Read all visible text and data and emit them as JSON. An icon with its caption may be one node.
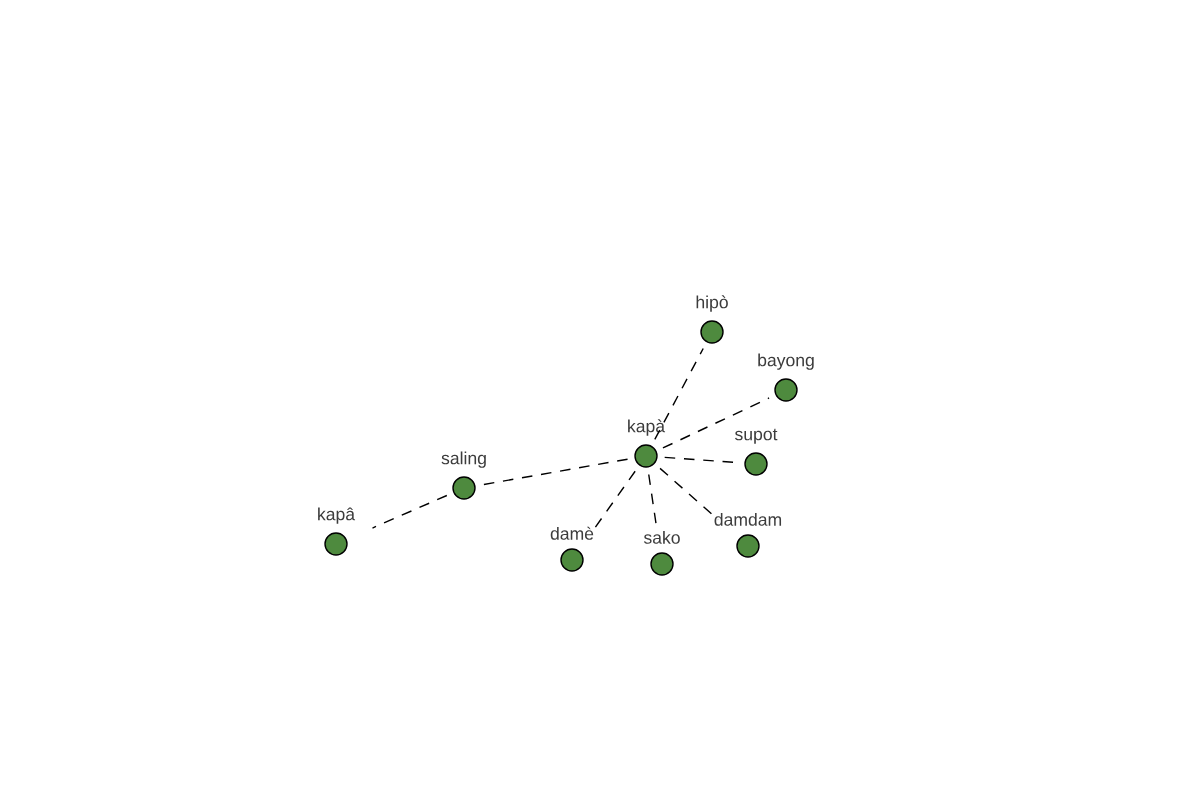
{
  "diagram": {
    "nodes": [
      {
        "text": [
          "kapà"
        ]
      },
      {
        "text": [
          "hipò"
        ]
      },
      {
        "text": [
          "bayong"
        ]
      },
      {
        "text": [
          "supot"
        ]
      },
      {
        "text": [
          "saling"
        ]
      },
      {
        "text": [
          "kapâ"
        ]
      },
      {
        "text": [
          "damè"
        ]
      },
      {
        "text": [
          "sako"
        ]
      },
      {
        "text": [
          "damdam"
        ]
      }
    ],
    "edges": [
      {
        "from": 0,
        "to": 1,
        "arrow": "none",
        "style": "dashed"
      },
      {
        "from": 0,
        "to": 2,
        "arrow": "none",
        "style": "dashed"
      },
      {
        "from": 0,
        "to": 3,
        "arrow": "none",
        "style": "dashed"
      },
      {
        "from": 0,
        "to": 4,
        "arrow": "none",
        "style": "dashed"
      },
      {
        "from": 4,
        "to": 5,
        "arrow": "none",
        "style": "dashed"
      },
      {
        "from": 0,
        "to": 6,
        "arrow": "none",
        "style": "dashed"
      },
      {
        "from": 0,
        "to": 7,
        "arrow": "none",
        "style": "dashed"
      },
      {
        "from": 0,
        "to": 8,
        "arrow": "none",
        "style": "dashed"
      }
    ]
  }
}
